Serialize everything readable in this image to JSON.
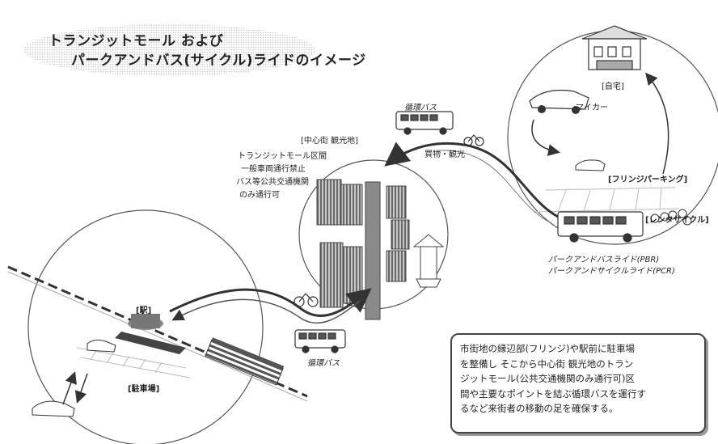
{
  "title": {
    "line1": "トランジットモール および",
    "line2": "パークアンドバス(サイクル)ライドのイメージ"
  },
  "labels": {
    "home": "[自宅]",
    "my_car": "マイカー",
    "fringe_parking": "[フリンジパーキング]",
    "rental_cycle": "[レンタサイクル]",
    "bus_top": "循環バス",
    "shopping": "買物・観光",
    "center": "[中心街 観光地]",
    "transit_line1": "トランジットモール区間",
    "transit_line2": "一般車両通行禁止",
    "transit_line3": "バス等公共交通機関",
    "transit_line4": "のみ通行可",
    "pbr1": "パークアンドバスライド(PBR)",
    "pbr2": "パークアンドサイクルライド(PCR)",
    "station": "[駅]",
    "parking": "[駐車場]",
    "bus_bottom": "循環バス"
  },
  "note": {
    "lines": [
      "市街地の縁辺部(フリンジ)や駅前に駐車場",
      "を整備し そこから中心街 観光地のトラン",
      "ジットモール(公共交通機関のみ通行可)区",
      "間や主要なポイントを結ぶ循環バスを運行す",
      "るなど来街者の移動の足を確保する。"
    ]
  }
}
